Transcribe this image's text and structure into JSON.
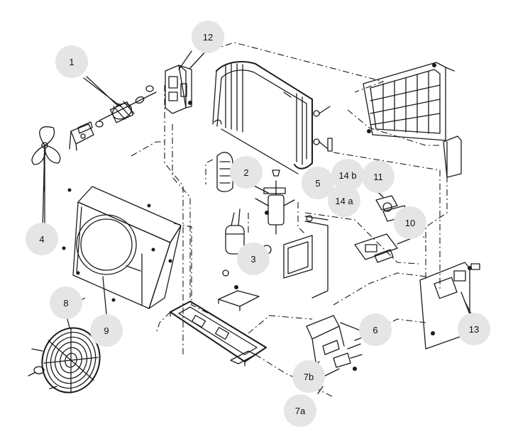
{
  "callouts": [
    {
      "id": "c1",
      "label": "1"
    },
    {
      "id": "c2",
      "label": "2"
    },
    {
      "id": "c3",
      "label": "3"
    },
    {
      "id": "c4",
      "label": "4"
    },
    {
      "id": "c5",
      "label": "5"
    },
    {
      "id": "c6",
      "label": "6"
    },
    {
      "id": "c7a",
      "label": "7a"
    },
    {
      "id": "c7b",
      "label": "7b"
    },
    {
      "id": "c8",
      "label": "8"
    },
    {
      "id": "c9",
      "label": "9"
    },
    {
      "id": "c10",
      "label": "10"
    },
    {
      "id": "c11",
      "label": "11"
    },
    {
      "id": "c12",
      "label": "12"
    },
    {
      "id": "c13",
      "label": "13"
    },
    {
      "id": "c14a",
      "label": "14 a"
    },
    {
      "id": "c14b",
      "label": "14 b"
    }
  ],
  "colors": {
    "line": "#1a1a1a",
    "badge_fill": "#e5e5e5",
    "background": "#ffffff"
  }
}
